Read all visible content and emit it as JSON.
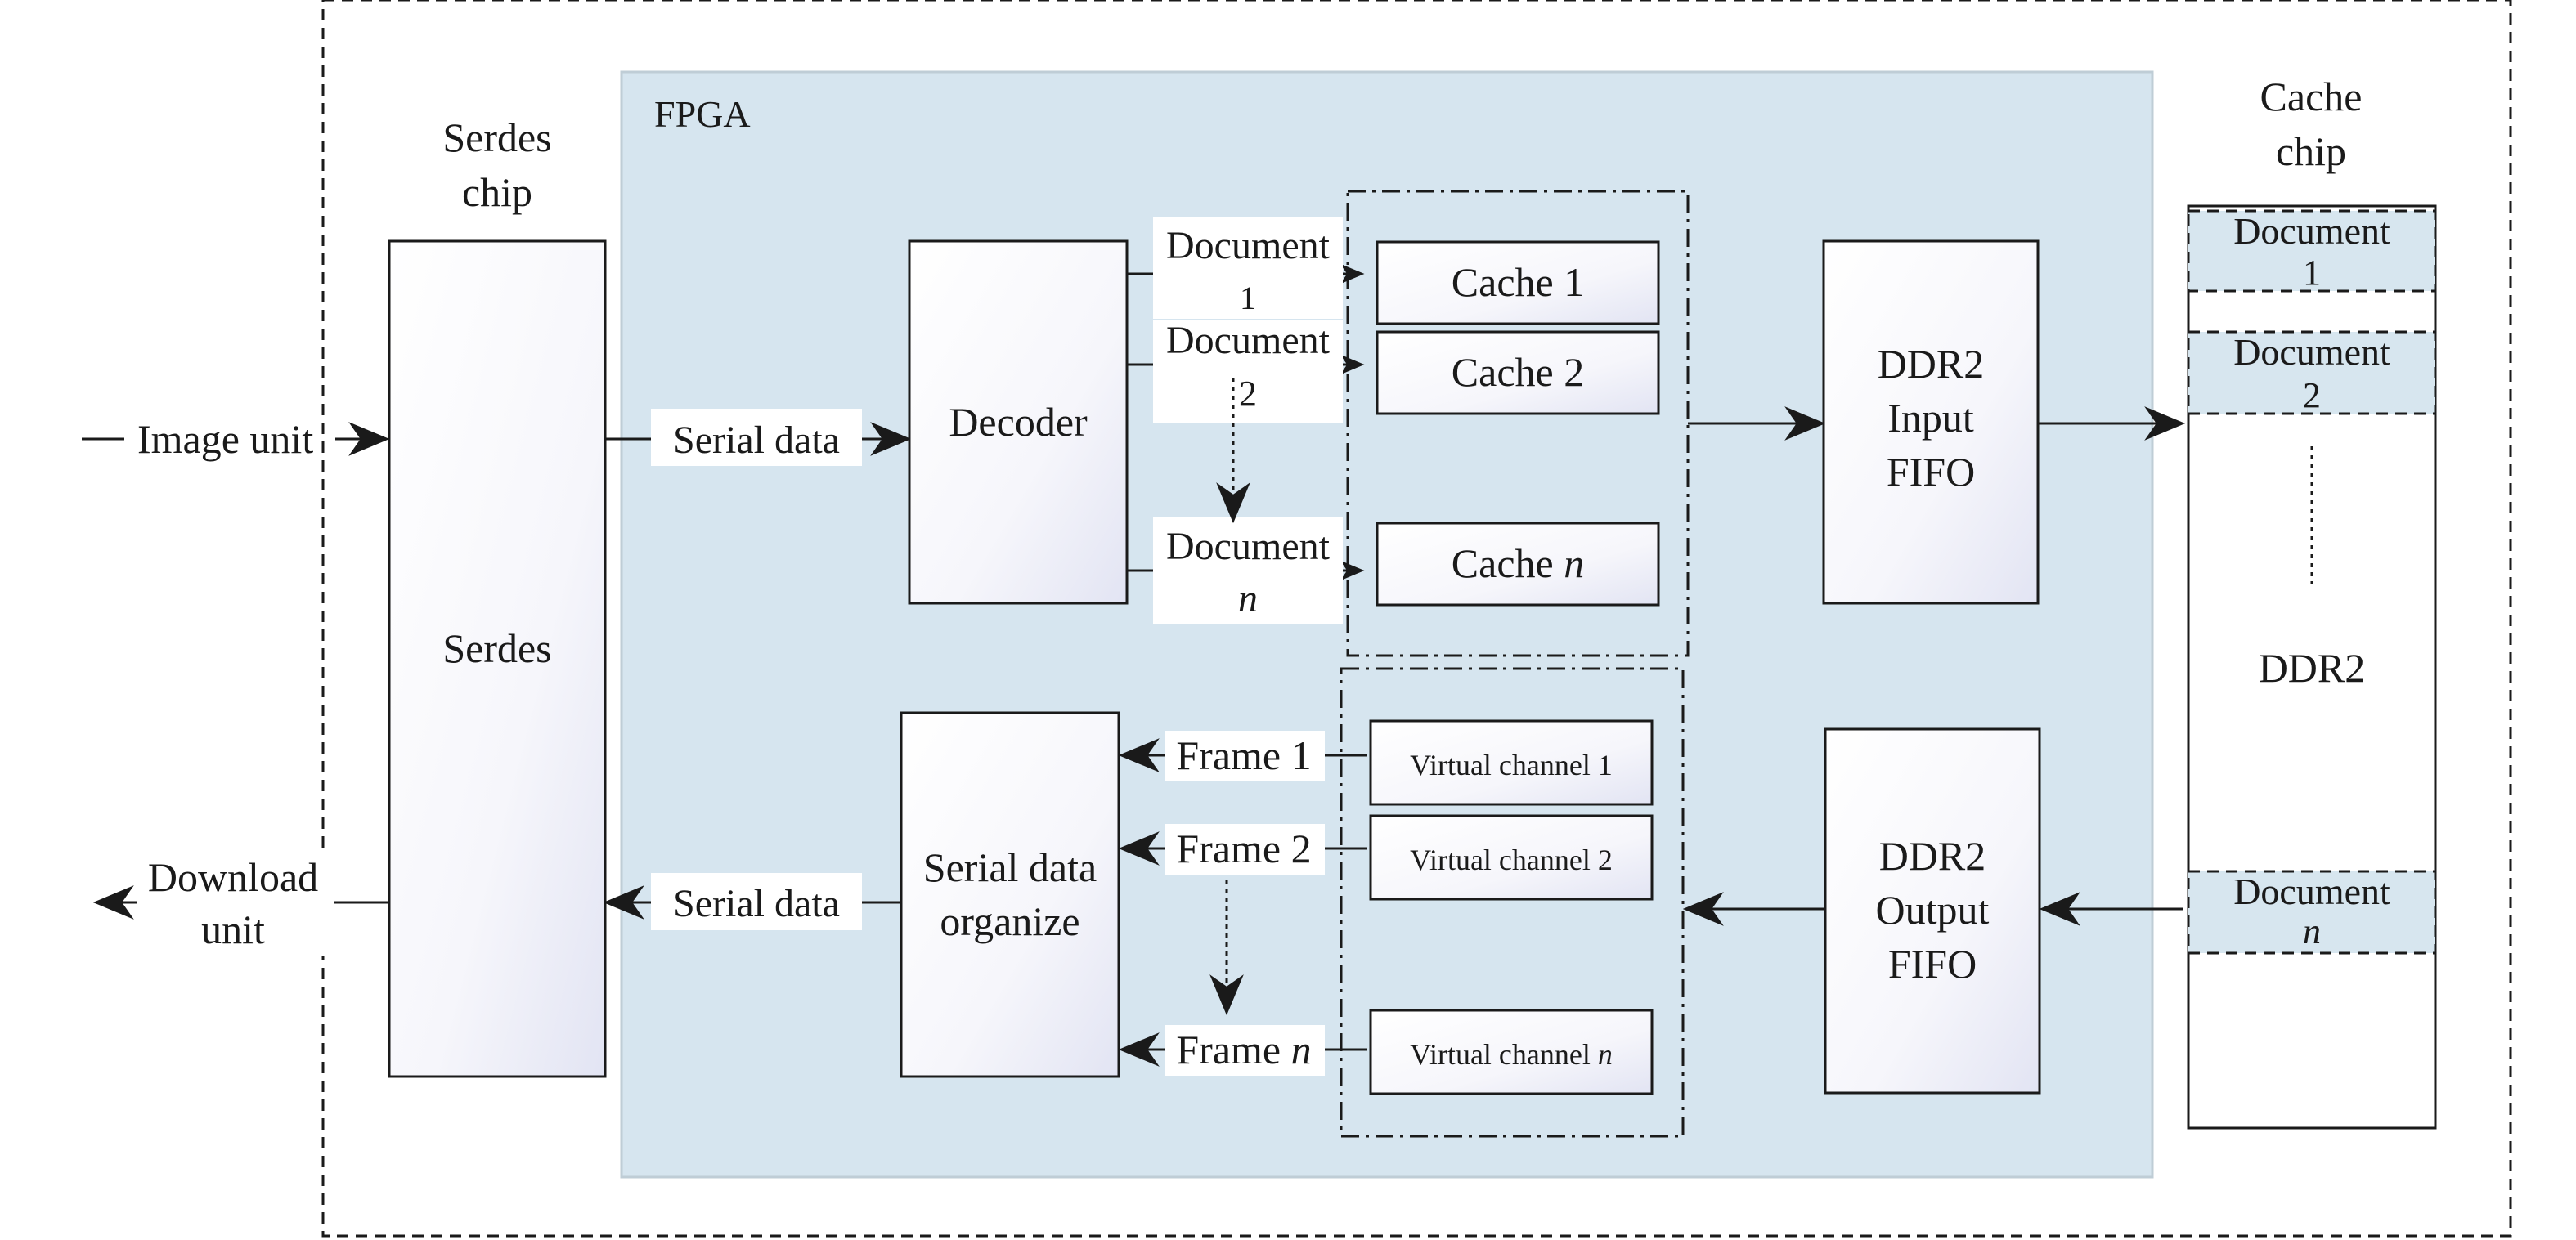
{
  "fpga_label": "FPGA",
  "serdes_chip": {
    "title_line1": "Serdes",
    "title_line2": "chip",
    "box_label": "Serdes"
  },
  "cache_chip": {
    "title_line1": "Cache",
    "title_line2": "chip",
    "box_label": "DDR2"
  },
  "io": {
    "image_unit": "Image unit",
    "download_unit_line1": "Download",
    "download_unit_line2": "unit",
    "serial_data_in": "Serial data",
    "serial_data_out": "Serial data"
  },
  "decoder": "Decoder",
  "serial_organize": {
    "line1": "Serial data",
    "line2": "organize"
  },
  "documents_in": [
    {
      "name": "Document",
      "index": "1"
    },
    {
      "name": "Document",
      "index": "2"
    },
    {
      "name": "Document",
      "index": "n"
    }
  ],
  "caches": [
    {
      "name": "Cache",
      "index": "1"
    },
    {
      "name": "Cache",
      "index": "2"
    },
    {
      "name": "Cache",
      "index": "n"
    }
  ],
  "ddr2_input_fifo": {
    "line1": "DDR2",
    "line2": "Input",
    "line3": "FIFO"
  },
  "ddr2_output_fifo": {
    "line1": "DDR2",
    "line2": "Output",
    "line3": "FIFO"
  },
  "frames": [
    {
      "name": "Frame",
      "index": "1"
    },
    {
      "name": "Frame",
      "index": "2"
    },
    {
      "name": "Frame",
      "index": "n"
    }
  ],
  "virtual_channels": [
    {
      "name": "Virtual channel",
      "index": "1"
    },
    {
      "name": "Virtual channel",
      "index": "2"
    },
    {
      "name": "Virtual channel",
      "index": "n"
    }
  ],
  "ddr2_documents": [
    {
      "name": "Document",
      "index": "1"
    },
    {
      "name": "Document",
      "index": "2"
    },
    {
      "name": "Document",
      "index": "n"
    }
  ],
  "colors": {
    "fpga_fill": "#d6e5ef",
    "box_gradient_start": "#ffffff",
    "box_gradient_end": "#e2e4f3"
  }
}
